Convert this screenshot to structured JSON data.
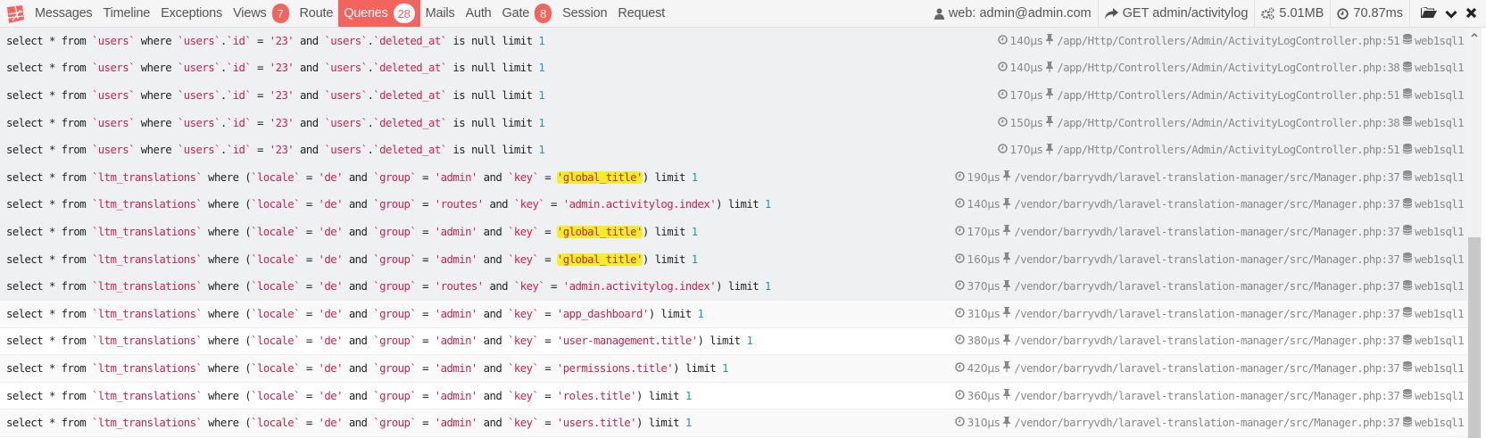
{
  "header": {
    "logo": "laravel-debugbar-logo",
    "tabs": [
      {
        "label": "Messages",
        "badge": null,
        "active": false
      },
      {
        "label": "Timeline",
        "badge": null,
        "active": false
      },
      {
        "label": "Exceptions",
        "badge": null,
        "active": false
      },
      {
        "label": "Views",
        "badge": "7",
        "active": false
      },
      {
        "label": "Route",
        "badge": null,
        "active": false
      },
      {
        "label": "Queries",
        "badge": "28",
        "active": true
      },
      {
        "label": "Mails",
        "badge": null,
        "active": false
      },
      {
        "label": "Auth",
        "badge": null,
        "active": false
      },
      {
        "label": "Gate",
        "badge": "8",
        "active": false
      },
      {
        "label": "Session",
        "badge": null,
        "active": false
      },
      {
        "label": "Request",
        "badge": null,
        "active": false
      }
    ],
    "user": "web: admin@admin.com",
    "route": "GET admin/activitylog",
    "memory": "5.01MB",
    "time": "70.87ms",
    "actions": [
      "open-folder-icon",
      "minimize-chevron-icon",
      "close-icon"
    ]
  },
  "colors": {
    "accent": "#f4645f",
    "string": "#c7254e",
    "number": "#1e9bb0",
    "highlight": "#f2ef2a",
    "row_hl": "#eef0f2"
  },
  "queries": [
    {
      "parts": [
        [
          "t",
          "select * from "
        ],
        [
          "s",
          "`users`"
        ],
        [
          "t",
          " where "
        ],
        [
          "s",
          "`users`"
        ],
        [
          "t",
          "."
        ],
        [
          "s",
          "`id`"
        ],
        [
          "t",
          " = "
        ],
        [
          "s",
          "'23'"
        ],
        [
          "t",
          " and "
        ],
        [
          "s",
          "`users`"
        ],
        [
          "t",
          "."
        ],
        [
          "s",
          "`deleted_at`"
        ],
        [
          "t",
          " is null limit "
        ],
        [
          "n",
          "1"
        ]
      ],
      "duration": "140μs",
      "source": "/app/Http/Controllers/Admin/ActivityLogController.php:51",
      "connection": "web1sql1",
      "bg": "hl"
    },
    {
      "parts": [
        [
          "t",
          "select * from "
        ],
        [
          "s",
          "`users`"
        ],
        [
          "t",
          " where "
        ],
        [
          "s",
          "`users`"
        ],
        [
          "t",
          "."
        ],
        [
          "s",
          "`id`"
        ],
        [
          "t",
          " = "
        ],
        [
          "s",
          "'23'"
        ],
        [
          "t",
          " and "
        ],
        [
          "s",
          "`users`"
        ],
        [
          "t",
          "."
        ],
        [
          "s",
          "`deleted_at`"
        ],
        [
          "t",
          " is null limit "
        ],
        [
          "n",
          "1"
        ]
      ],
      "duration": "140μs",
      "source": "/app/Http/Controllers/Admin/ActivityLogController.php:38",
      "connection": "web1sql1",
      "bg": "hl"
    },
    {
      "parts": [
        [
          "t",
          "select * from "
        ],
        [
          "s",
          "`users`"
        ],
        [
          "t",
          " where "
        ],
        [
          "s",
          "`users`"
        ],
        [
          "t",
          "."
        ],
        [
          "s",
          "`id`"
        ],
        [
          "t",
          " = "
        ],
        [
          "s",
          "'23'"
        ],
        [
          "t",
          " and "
        ],
        [
          "s",
          "`users`"
        ],
        [
          "t",
          "."
        ],
        [
          "s",
          "`deleted_at`"
        ],
        [
          "t",
          " is null limit "
        ],
        [
          "n",
          "1"
        ]
      ],
      "duration": "170μs",
      "source": "/app/Http/Controllers/Admin/ActivityLogController.php:51",
      "connection": "web1sql1",
      "bg": "hl"
    },
    {
      "parts": [
        [
          "t",
          "select * from "
        ],
        [
          "s",
          "`users`"
        ],
        [
          "t",
          " where "
        ],
        [
          "s",
          "`users`"
        ],
        [
          "t",
          "."
        ],
        [
          "s",
          "`id`"
        ],
        [
          "t",
          " = "
        ],
        [
          "s",
          "'23'"
        ],
        [
          "t",
          " and "
        ],
        [
          "s",
          "`users`"
        ],
        [
          "t",
          "."
        ],
        [
          "s",
          "`deleted_at`"
        ],
        [
          "t",
          " is null limit "
        ],
        [
          "n",
          "1"
        ]
      ],
      "duration": "150μs",
      "source": "/app/Http/Controllers/Admin/ActivityLogController.php:38",
      "connection": "web1sql1",
      "bg": "hl"
    },
    {
      "parts": [
        [
          "t",
          "select * from "
        ],
        [
          "s",
          "`users`"
        ],
        [
          "t",
          " where "
        ],
        [
          "s",
          "`users`"
        ],
        [
          "t",
          "."
        ],
        [
          "s",
          "`id`"
        ],
        [
          "t",
          " = "
        ],
        [
          "s",
          "'23'"
        ],
        [
          "t",
          " and "
        ],
        [
          "s",
          "`users`"
        ],
        [
          "t",
          "."
        ],
        [
          "s",
          "`deleted_at`"
        ],
        [
          "t",
          " is null limit "
        ],
        [
          "n",
          "1"
        ]
      ],
      "duration": "170μs",
      "source": "/app/Http/Controllers/Admin/ActivityLogController.php:51",
      "connection": "web1sql1",
      "bg": "hl"
    },
    {
      "parts": [
        [
          "t",
          "select * from "
        ],
        [
          "s",
          "`ltm_translations`"
        ],
        [
          "t",
          " where ("
        ],
        [
          "s",
          "`locale`"
        ],
        [
          "t",
          " = "
        ],
        [
          "s",
          "'de'"
        ],
        [
          "t",
          " and "
        ],
        [
          "s",
          "`group`"
        ],
        [
          "t",
          " = "
        ],
        [
          "s",
          "'admin'"
        ],
        [
          "t",
          " and "
        ],
        [
          "s",
          "`key`"
        ],
        [
          "t",
          " = "
        ],
        [
          "m",
          "'global_title'"
        ],
        [
          "t",
          ") limit "
        ],
        [
          "n",
          "1"
        ]
      ],
      "duration": "190μs",
      "source": "/vendor/barryvdh/laravel-translation-manager/src/Manager.php:37",
      "connection": "web1sql1",
      "bg": "hl"
    },
    {
      "parts": [
        [
          "t",
          "select * from "
        ],
        [
          "s",
          "`ltm_translations`"
        ],
        [
          "t",
          " where ("
        ],
        [
          "s",
          "`locale`"
        ],
        [
          "t",
          " = "
        ],
        [
          "s",
          "'de'"
        ],
        [
          "t",
          " and "
        ],
        [
          "s",
          "`group`"
        ],
        [
          "t",
          " = "
        ],
        [
          "s",
          "'routes'"
        ],
        [
          "t",
          " and "
        ],
        [
          "s",
          "`key`"
        ],
        [
          "t",
          " = "
        ],
        [
          "s",
          "'admin.activitylog.index'"
        ],
        [
          "t",
          ") limit "
        ],
        [
          "n",
          "1"
        ]
      ],
      "duration": "140μs",
      "source": "/vendor/barryvdh/laravel-translation-manager/src/Manager.php:37",
      "connection": "web1sql1",
      "bg": "hl"
    },
    {
      "parts": [
        [
          "t",
          "select * from "
        ],
        [
          "s",
          "`ltm_translations`"
        ],
        [
          "t",
          " where ("
        ],
        [
          "s",
          "`locale`"
        ],
        [
          "t",
          " = "
        ],
        [
          "s",
          "'de'"
        ],
        [
          "t",
          " and "
        ],
        [
          "s",
          "`group`"
        ],
        [
          "t",
          " = "
        ],
        [
          "s",
          "'admin'"
        ],
        [
          "t",
          " and "
        ],
        [
          "s",
          "`key`"
        ],
        [
          "t",
          " = "
        ],
        [
          "m",
          "'global_title'"
        ],
        [
          "t",
          ") limit "
        ],
        [
          "n",
          "1"
        ]
      ],
      "duration": "170μs",
      "source": "/vendor/barryvdh/laravel-translation-manager/src/Manager.php:37",
      "connection": "web1sql1",
      "bg": "hl"
    },
    {
      "parts": [
        [
          "t",
          "select * from "
        ],
        [
          "s",
          "`ltm_translations`"
        ],
        [
          "t",
          " where ("
        ],
        [
          "s",
          "`locale`"
        ],
        [
          "t",
          " = "
        ],
        [
          "s",
          "'de'"
        ],
        [
          "t",
          " and "
        ],
        [
          "s",
          "`group`"
        ],
        [
          "t",
          " = "
        ],
        [
          "s",
          "'admin'"
        ],
        [
          "t",
          " and "
        ],
        [
          "s",
          "`key`"
        ],
        [
          "t",
          " = "
        ],
        [
          "m",
          "'global_title'"
        ],
        [
          "t",
          ") limit "
        ],
        [
          "n",
          "1"
        ]
      ],
      "duration": "160μs",
      "source": "/vendor/barryvdh/laravel-translation-manager/src/Manager.php:37",
      "connection": "web1sql1",
      "bg": "hl"
    },
    {
      "parts": [
        [
          "t",
          "select * from "
        ],
        [
          "s",
          "`ltm_translations`"
        ],
        [
          "t",
          " where ("
        ],
        [
          "s",
          "`locale`"
        ],
        [
          "t",
          " = "
        ],
        [
          "s",
          "'de'"
        ],
        [
          "t",
          " and "
        ],
        [
          "s",
          "`group`"
        ],
        [
          "t",
          " = "
        ],
        [
          "s",
          "'routes'"
        ],
        [
          "t",
          " and "
        ],
        [
          "s",
          "`key`"
        ],
        [
          "t",
          " = "
        ],
        [
          "s",
          "'admin.activitylog.index'"
        ],
        [
          "t",
          ") limit "
        ],
        [
          "n",
          "1"
        ]
      ],
      "duration": "370μs",
      "source": "/vendor/barryvdh/laravel-translation-manager/src/Manager.php:37",
      "connection": "web1sql1",
      "bg": "hl"
    },
    {
      "parts": [
        [
          "t",
          "select * from "
        ],
        [
          "s",
          "`ltm_translations`"
        ],
        [
          "t",
          " where ("
        ],
        [
          "s",
          "`locale`"
        ],
        [
          "t",
          " = "
        ],
        [
          "s",
          "'de'"
        ],
        [
          "t",
          " and "
        ],
        [
          "s",
          "`group`"
        ],
        [
          "t",
          " = "
        ],
        [
          "s",
          "'admin'"
        ],
        [
          "t",
          " and "
        ],
        [
          "s",
          "`key`"
        ],
        [
          "t",
          " = "
        ],
        [
          "s",
          "'app_dashboard'"
        ],
        [
          "t",
          ") limit "
        ],
        [
          "n",
          "1"
        ]
      ],
      "duration": "310μs",
      "source": "/vendor/barryvdh/laravel-translation-manager/src/Manager.php:37",
      "connection": "web1sql1",
      "bg": "alt"
    },
    {
      "parts": [
        [
          "t",
          "select * from "
        ],
        [
          "s",
          "`ltm_translations`"
        ],
        [
          "t",
          " where ("
        ],
        [
          "s",
          "`locale`"
        ],
        [
          "t",
          " = "
        ],
        [
          "s",
          "'de'"
        ],
        [
          "t",
          " and "
        ],
        [
          "s",
          "`group`"
        ],
        [
          "t",
          " = "
        ],
        [
          "s",
          "'admin'"
        ],
        [
          "t",
          " and "
        ],
        [
          "s",
          "`key`"
        ],
        [
          "t",
          " = "
        ],
        [
          "s",
          "'user-management.title'"
        ],
        [
          "t",
          ") limit "
        ],
        [
          "n",
          "1"
        ]
      ],
      "duration": "380μs",
      "source": "/vendor/barryvdh/laravel-translation-manager/src/Manager.php:37",
      "connection": "web1sql1",
      "bg": "white"
    },
    {
      "parts": [
        [
          "t",
          "select * from "
        ],
        [
          "s",
          "`ltm_translations`"
        ],
        [
          "t",
          " where ("
        ],
        [
          "s",
          "`locale`"
        ],
        [
          "t",
          " = "
        ],
        [
          "s",
          "'de'"
        ],
        [
          "t",
          " and "
        ],
        [
          "s",
          "`group`"
        ],
        [
          "t",
          " = "
        ],
        [
          "s",
          "'admin'"
        ],
        [
          "t",
          " and "
        ],
        [
          "s",
          "`key`"
        ],
        [
          "t",
          " = "
        ],
        [
          "s",
          "'permissions.title'"
        ],
        [
          "t",
          ") limit "
        ],
        [
          "n",
          "1"
        ]
      ],
      "duration": "420μs",
      "source": "/vendor/barryvdh/laravel-translation-manager/src/Manager.php:37",
      "connection": "web1sql1",
      "bg": "alt"
    },
    {
      "parts": [
        [
          "t",
          "select * from "
        ],
        [
          "s",
          "`ltm_translations`"
        ],
        [
          "t",
          " where ("
        ],
        [
          "s",
          "`locale`"
        ],
        [
          "t",
          " = "
        ],
        [
          "s",
          "'de'"
        ],
        [
          "t",
          " and "
        ],
        [
          "s",
          "`group`"
        ],
        [
          "t",
          " = "
        ],
        [
          "s",
          "'admin'"
        ],
        [
          "t",
          " and "
        ],
        [
          "s",
          "`key`"
        ],
        [
          "t",
          " = "
        ],
        [
          "s",
          "'roles.title'"
        ],
        [
          "t",
          ") limit "
        ],
        [
          "n",
          "1"
        ]
      ],
      "duration": "360μs",
      "source": "/vendor/barryvdh/laravel-translation-manager/src/Manager.php:37",
      "connection": "web1sql1",
      "bg": "white"
    },
    {
      "parts": [
        [
          "t",
          "select * from "
        ],
        [
          "s",
          "`ltm_translations`"
        ],
        [
          "t",
          " where ("
        ],
        [
          "s",
          "`locale`"
        ],
        [
          "t",
          " = "
        ],
        [
          "s",
          "'de'"
        ],
        [
          "t",
          " and "
        ],
        [
          "s",
          "`group`"
        ],
        [
          "t",
          " = "
        ],
        [
          "s",
          "'admin'"
        ],
        [
          "t",
          " and "
        ],
        [
          "s",
          "`key`"
        ],
        [
          "t",
          " = "
        ],
        [
          "s",
          "'users.title'"
        ],
        [
          "t",
          ") limit "
        ],
        [
          "n",
          "1"
        ]
      ],
      "duration": "310μs",
      "source": "/vendor/barryvdh/laravel-translation-manager/src/Manager.php:37",
      "connection": "web1sql1",
      "bg": "alt"
    }
  ]
}
